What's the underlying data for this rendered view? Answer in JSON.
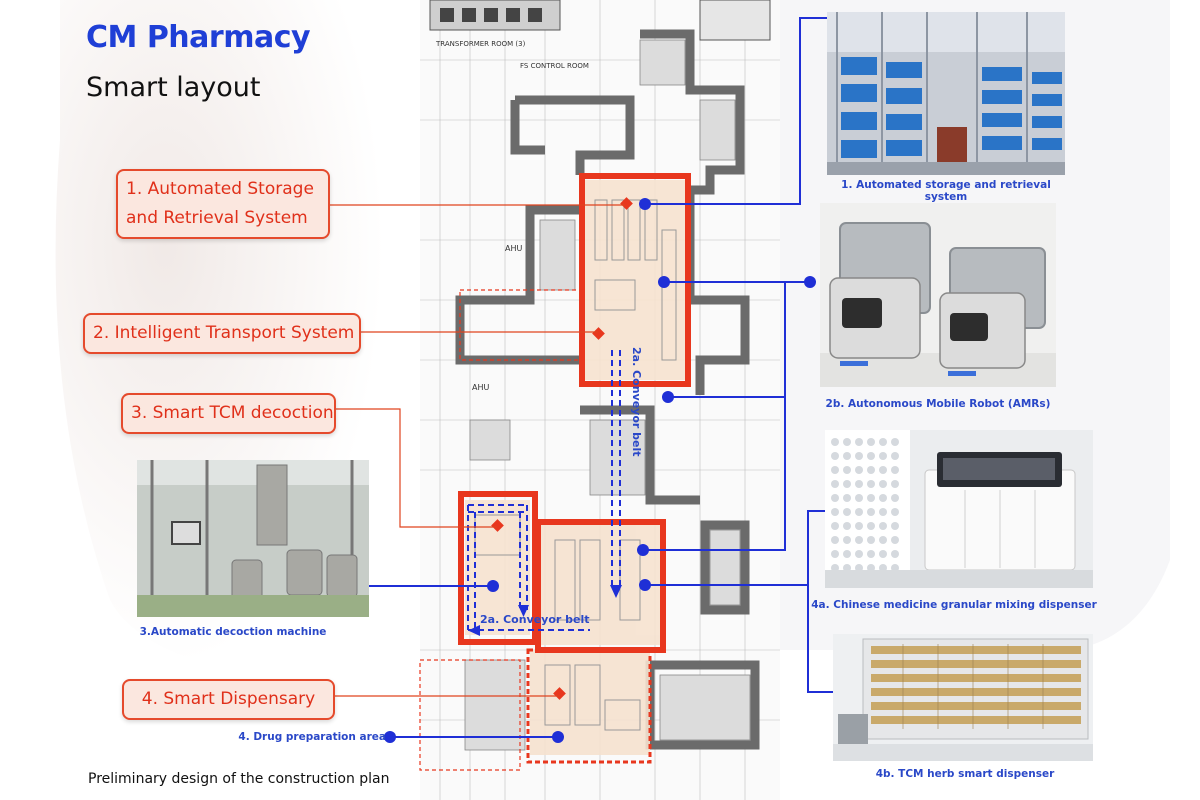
{
  "header": {
    "title": "CM Pharmacy",
    "subtitle": "Smart layout"
  },
  "callouts": [
    {
      "id": "asrs",
      "label": "1. Automated Storage and Retrieval System"
    },
    {
      "id": "its",
      "label": "2. Intelligent Transport System"
    },
    {
      "id": "tcm",
      "label": "3. Smart TCM decoction"
    },
    {
      "id": "disp",
      "label": "4. Smart Dispensary"
    }
  ],
  "captions": {
    "asrs_photo": "1. Automated storage and retrieval system",
    "amr_photo": "2b. Autonomous Mobile Robot (AMRs)",
    "decoction_photo": "3.Automatic decoction machine",
    "granular_photo": "4a. Chinese medicine granular mixing dispenser",
    "herb_photo": "4b. TCM herb smart dispenser",
    "drug_prep": "4. Drug preparation area",
    "conveyor_vertical": "2a. Conveyor belt",
    "conveyor_horizontal": "2a. Conveyor belt"
  },
  "plan_labels": {
    "transformer": "TRANSFORMER ROOM (3)",
    "fs_control": "FS CONTROL ROOM",
    "ahu_top": "AHU",
    "ahu_mid": "AHU"
  },
  "footer": "Preliminary design of the construction plan",
  "colors": {
    "title_blue": "#1f3fd6",
    "accent_red": "#e0301a",
    "connector_blue": "#1f2fd6",
    "wall_gray": "#6b6b6b",
    "zone_fill": "#f6e2cf"
  }
}
